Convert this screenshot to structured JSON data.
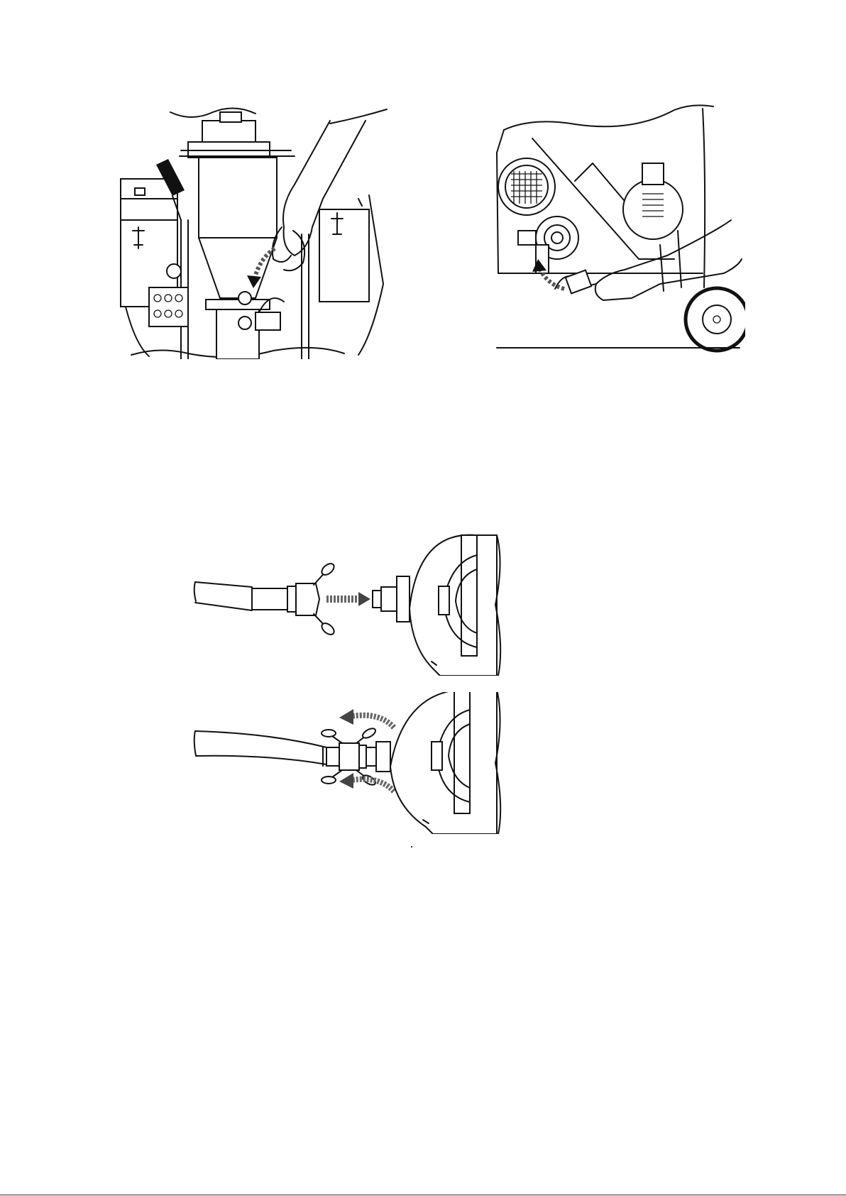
{
  "page": {
    "figures": [
      {
        "id": "hopper-outlet-coupling",
        "icons": [
          "hand-icon",
          "curved-arrow-icon"
        ]
      },
      {
        "id": "machine-side-coupling",
        "icons": [
          "hand-icon",
          "curved-arrow-icon",
          "wheel-icon"
        ]
      },
      {
        "id": "hose-connect-step",
        "icons": [
          "straight-arrow-icon"
        ]
      },
      {
        "id": "hose-lock-step",
        "icons": [
          "rotate-arrow-icon"
        ]
      }
    ],
    "colors": {
      "ink": "#111111",
      "paper": "#ffffff",
      "arrow": "#555555"
    }
  }
}
